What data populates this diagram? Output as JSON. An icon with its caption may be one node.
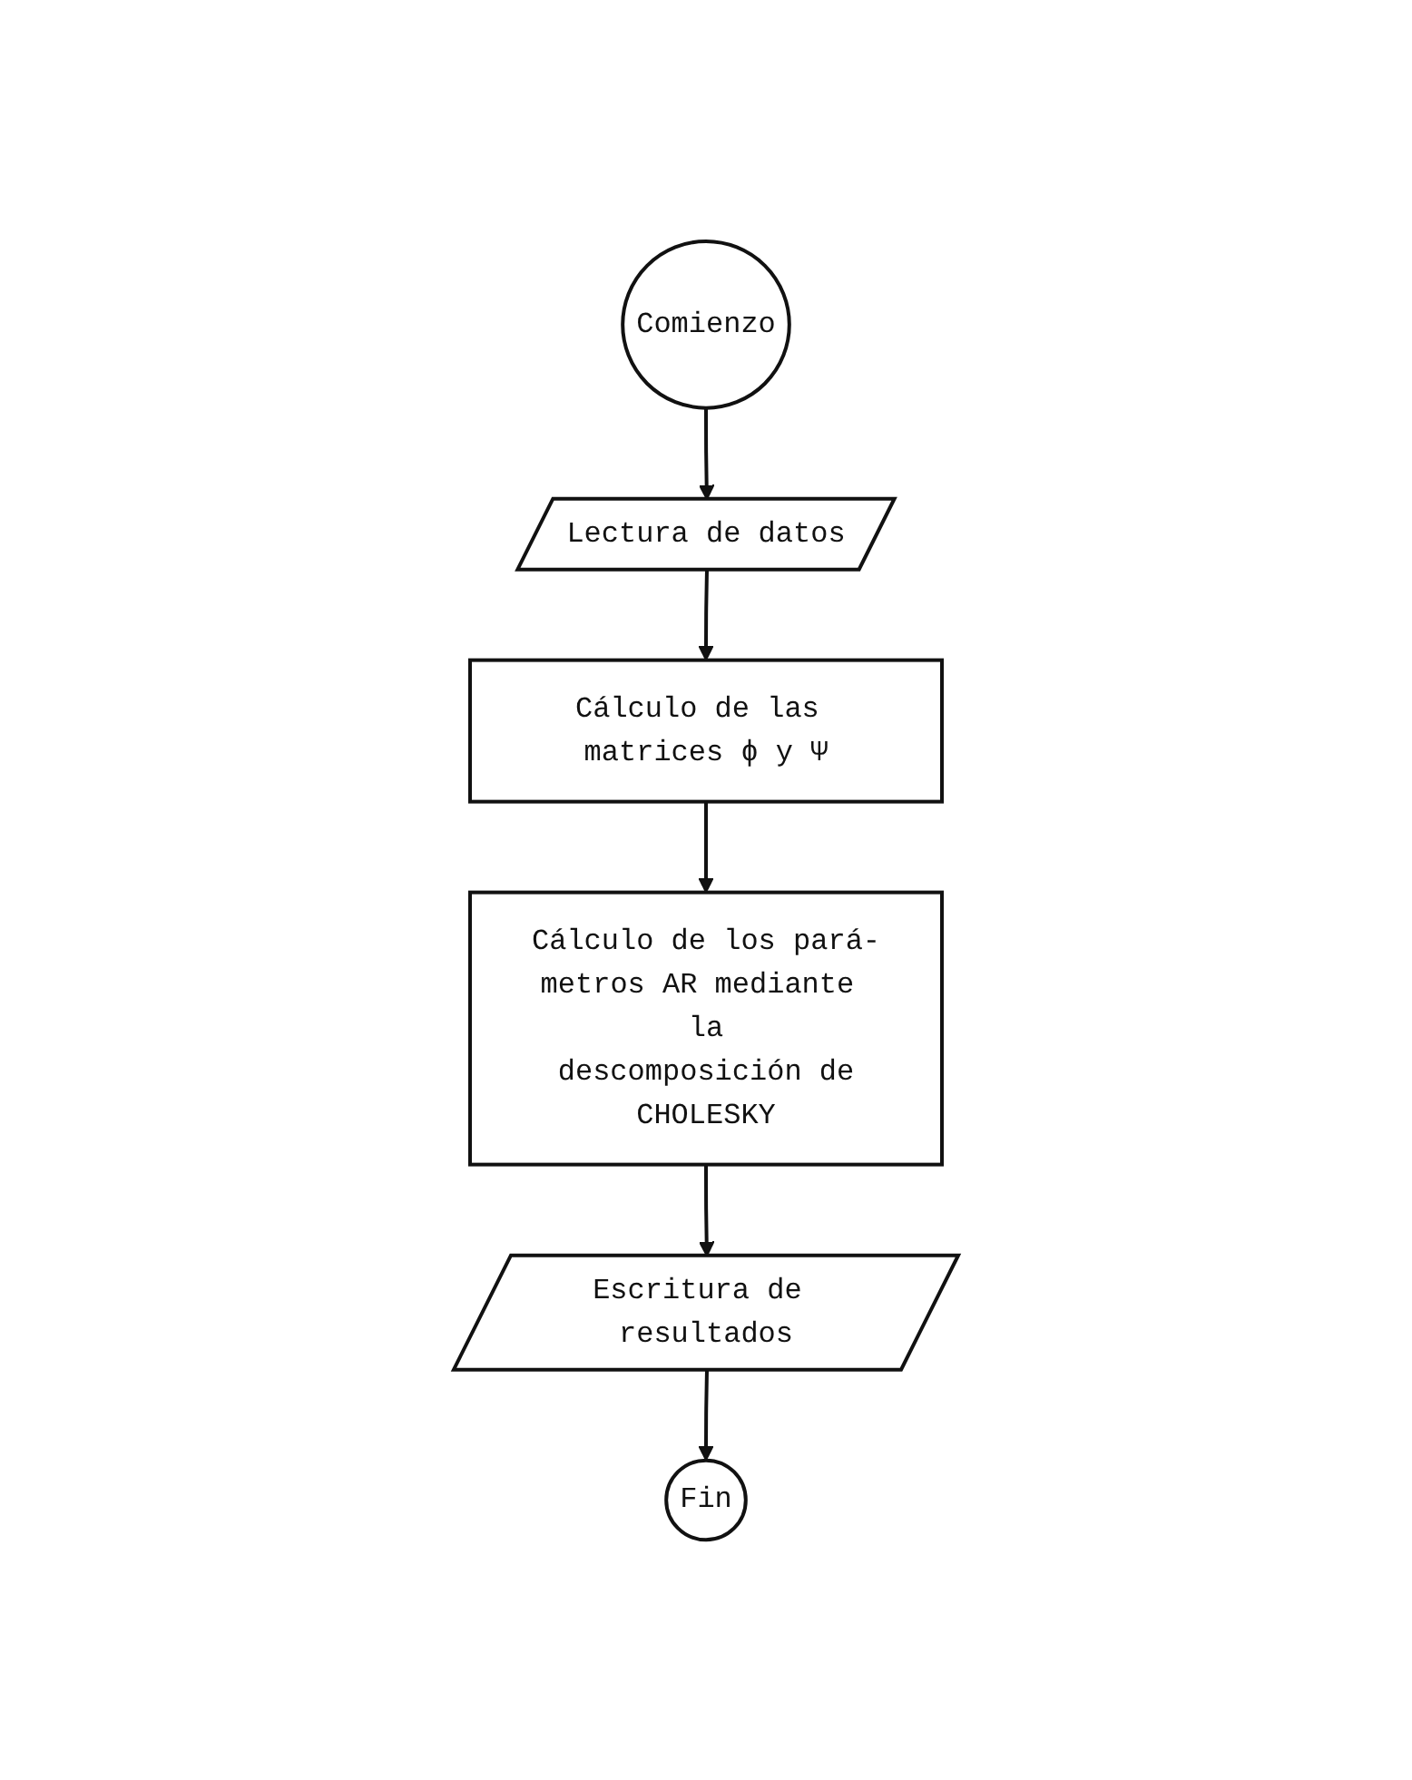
{
  "diagram": {
    "nodes": [
      {
        "text": [
          "Comienzo"
        ]
      },
      {
        "text": [
          "Lectura de datos"
        ]
      },
      {
        "text": [
          "Cálculo de las matrices ϕ y Ψ"
        ]
      },
      {
        "text": [
          "Cálculo de los pará- metros AR mediante la descomposición de CHOLESKY"
        ]
      },
      {
        "text": [
          "Escritura de resultados"
        ]
      },
      {
        "text": [
          "Fin"
        ]
      }
    ],
    "edges": [
      {
        "from": 0,
        "to": 1,
        "arrow": "to"
      },
      {
        "from": 1,
        "to": 2,
        "arrow": "to"
      },
      {
        "from": 2,
        "to": 3,
        "arrow": "to"
      },
      {
        "from": 3,
        "to": 4,
        "arrow": "to"
      },
      {
        "from": 4,
        "to": 5,
        "arrow": "to"
      }
    ]
  }
}
